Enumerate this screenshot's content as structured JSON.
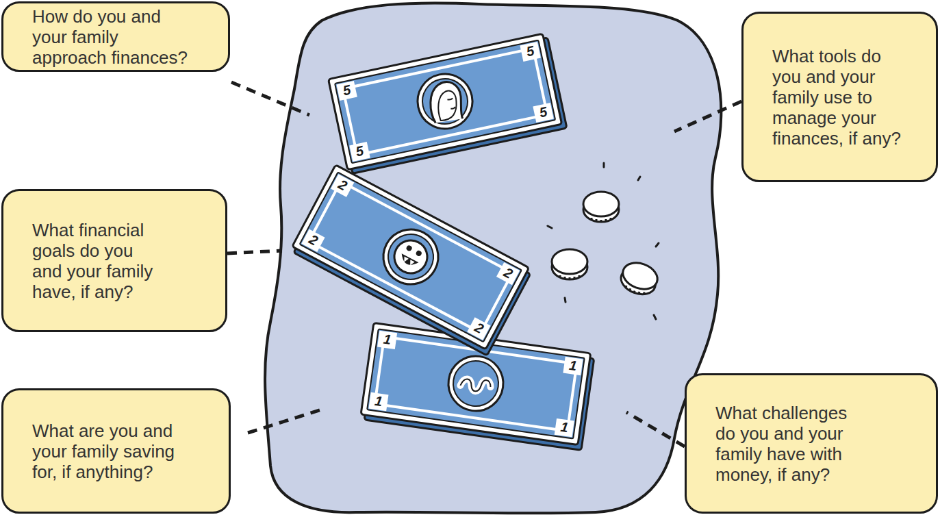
{
  "diagram": {
    "nodes": [
      {
        "text": [
          "How do you and your family approach finances?"
        ]
      },
      {
        "text": [
          "What tools do you and your family use to manage your finances, if any?"
        ]
      },
      {
        "text": [
          "What financial goals do you and your family have, if any?"
        ]
      },
      {
        "text": [
          "What are you and your family saving for, if anything?"
        ]
      },
      {
        "text": [
          "What challenges do you and your family have with money, if any?"
        ]
      }
    ],
    "labels": [
      "5",
      "5",
      "5",
      "5",
      "2",
      "2",
      "2",
      "2",
      "1",
      "1",
      "1",
      "1"
    ]
  }
}
